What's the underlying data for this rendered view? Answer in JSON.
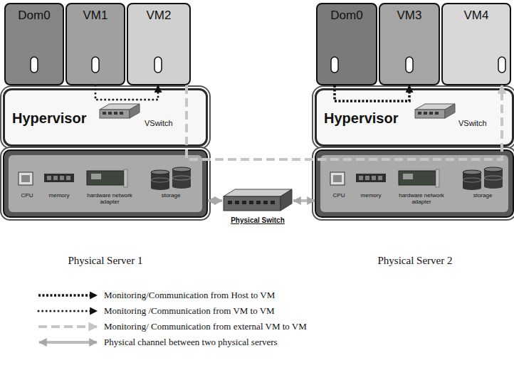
{
  "diagram": {
    "nodes": [
      {
        "text": [
          "Dom0"
        ]
      },
      {
        "text": [
          "VM1"
        ]
      },
      {
        "text": [
          "VM2"
        ]
      },
      {
        "text": [
          "Hypervisor",
          "VSwitch"
        ]
      },
      {
        "text": [
          "CPU",
          "memory",
          "hardware network adapter",
          "storage"
        ]
      },
      {
        "text": [
          "Dom0"
        ]
      },
      {
        "text": [
          "VM3"
        ]
      },
      {
        "text": [
          "VM4"
        ]
      },
      {
        "text": [
          "Hypervisor",
          "VSwitch"
        ]
      },
      {
        "text": [
          "CPU",
          "memory",
          "hardware network adapter",
          "storage"
        ]
      },
      {
        "text": [
          "Physical Switch"
        ]
      }
    ],
    "edges": [
      {
        "from": 1,
        "to": 2,
        "arrow": "to"
      },
      {
        "from": 5,
        "to": 6,
        "arrow": "to"
      },
      {
        "from": 2,
        "to": 7,
        "arrow": "to"
      },
      {
        "from": 4,
        "to": 10,
        "arrow": "both"
      },
      {
        "from": 10,
        "to": 9,
        "arrow": "both"
      }
    ],
    "labels": [
      "Physical Server 1",
      "Physical Server 2"
    ],
    "legend": [
      {
        "text": "Monitoring/Communication from Host to VM"
      },
      {
        "text": "Monitoring /Communication from VM to VM"
      },
      {
        "text": "Monitoring/ Communication from external VM to VM"
      },
      {
        "text": "Physical channel between two physical servers"
      }
    ]
  }
}
